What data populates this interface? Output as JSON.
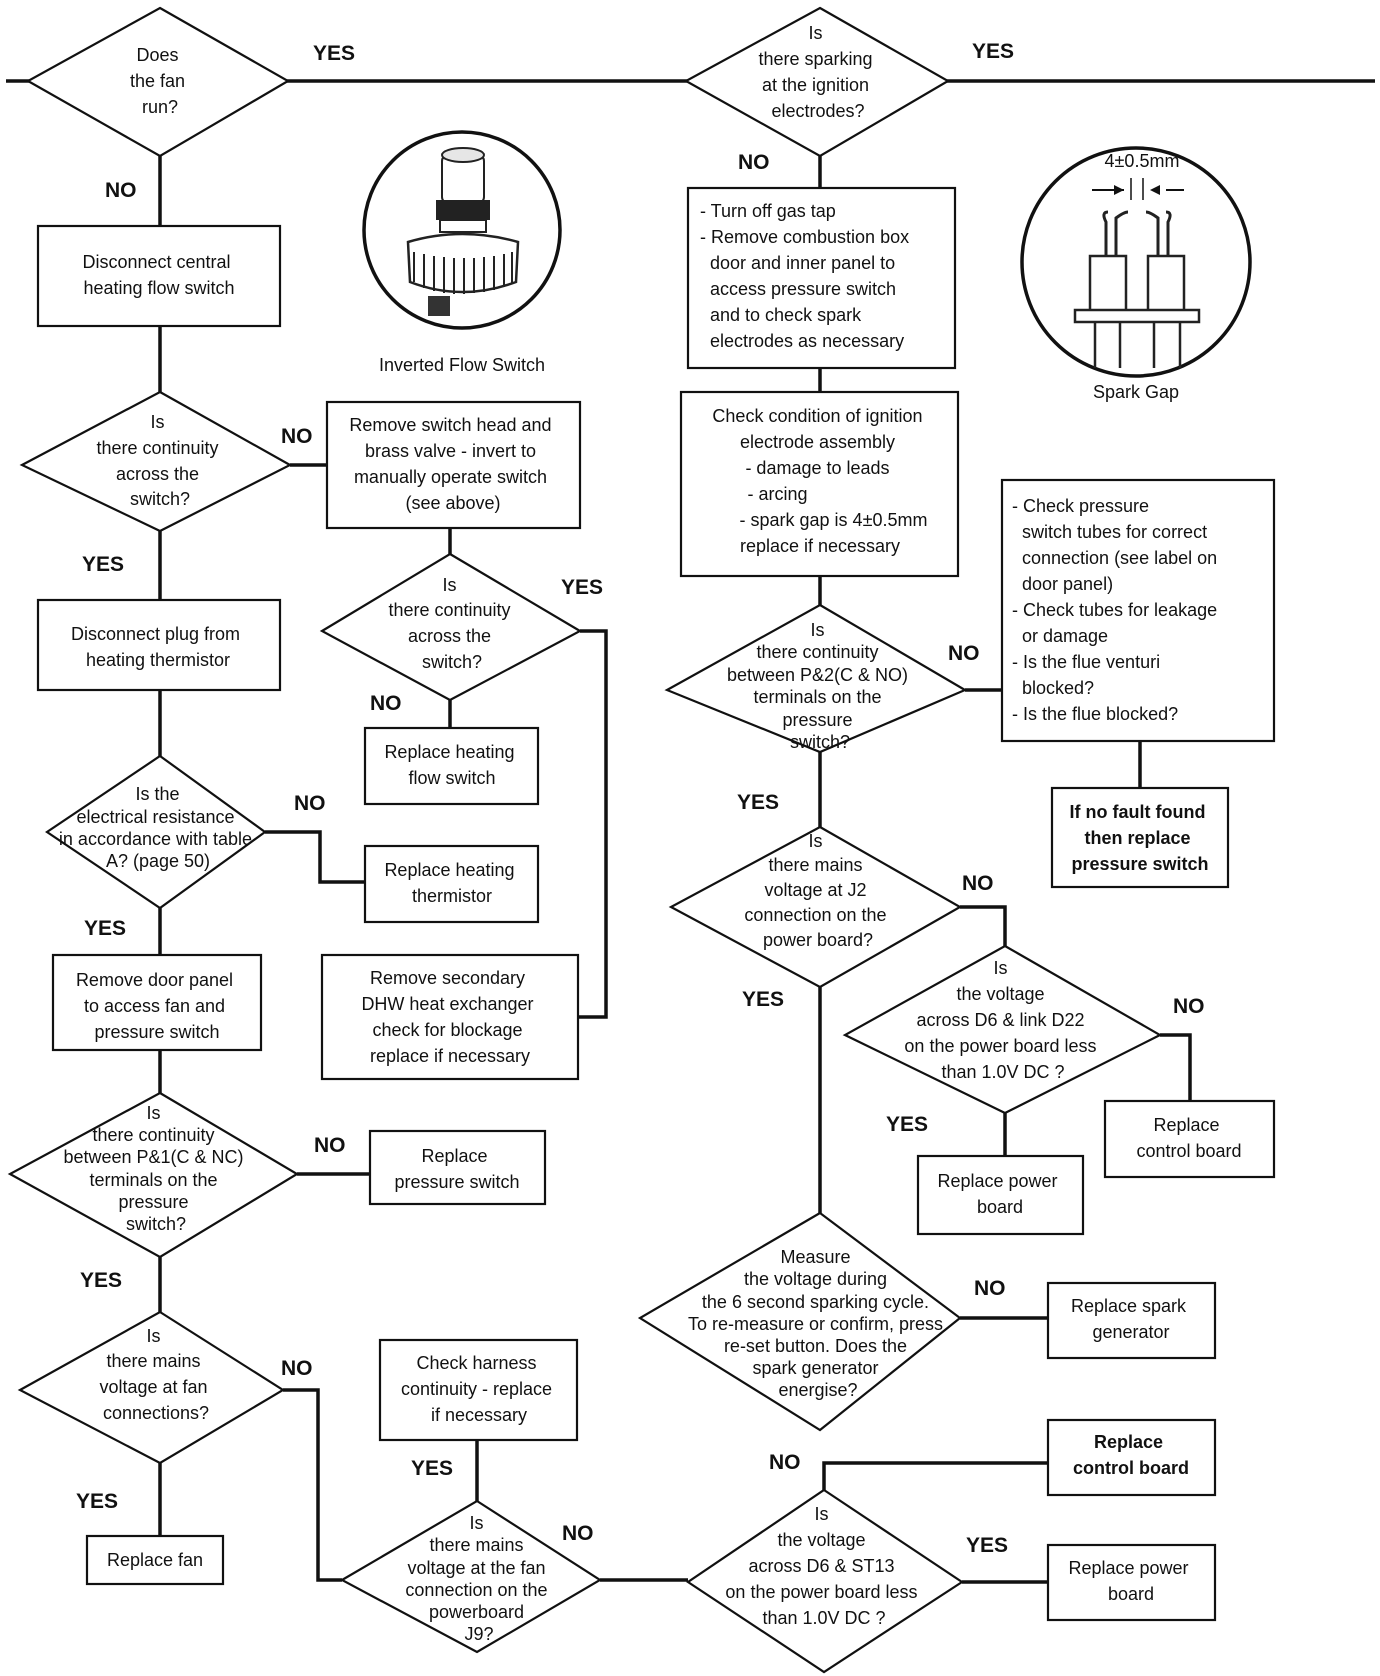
{
  "decisions": {
    "fan_run": [
      "Does",
      "the fan",
      "run?"
    ],
    "sparking": [
      "Is",
      "there sparking",
      "at the ignition",
      "electrodes?"
    ],
    "cont_switch": [
      "Is",
      "there continuity",
      "across the",
      "switch?"
    ],
    "cont_switch2": [
      "Is",
      "there continuity",
      "across the",
      "switch?"
    ],
    "resistance": [
      "Is the",
      "electrical resistance",
      "in accordance with table",
      "A? (page 50)"
    ],
    "cont_p1": [
      "Is",
      "there continuity",
      "between P&1(C & NC)",
      "terminals on the",
      "pressure",
      "switch?"
    ],
    "mains_fan": [
      "Is",
      "there mains",
      "voltage at fan",
      "connections?"
    ],
    "mains_j9": [
      "Is",
      "there mains",
      "voltage at the fan",
      "connection on the",
      "powerboard",
      "J9?"
    ],
    "cont_p2": [
      "Is",
      "there continuity",
      "between P&2(C & NO)",
      "terminals on the",
      "pressure",
      "switch?"
    ],
    "mains_j2": [
      "Is",
      "there mains",
      "voltage at J2",
      "connection on the",
      "power board?"
    ],
    "d6_d22": [
      "Is",
      "the voltage",
      "across D6 & link D22",
      "on the power board less",
      "than 1.0V DC ?"
    ],
    "spark_cycle": [
      "Measure",
      "the voltage during",
      "the 6 second sparking cycle.",
      "To re-measure or confirm, press",
      "re-set button. Does the",
      "spark generator",
      "energise?"
    ],
    "d6_st13": [
      "Is",
      "the voltage",
      "across D6 & ST13",
      "on the power board less",
      "than 1.0V DC ?"
    ]
  },
  "actions": {
    "disconnect_flow": [
      "Disconnect central",
      "heating flow switch"
    ],
    "remove_head": [
      "Remove switch head and",
      "brass valve - invert to",
      "manually operate switch",
      "(see above)"
    ],
    "disconnect_plug": [
      "Disconnect plug from",
      "heating thermistor"
    ],
    "replace_flow_switch": [
      "Replace heating",
      "flow switch"
    ],
    "replace_thermistor": [
      "Replace heating",
      "thermistor"
    ],
    "remove_door": [
      "Remove door panel",
      "to access fan and",
      "pressure switch"
    ],
    "remove_secondary": [
      "Remove secondary",
      "DHW heat exchanger",
      "check for blockage",
      "replace if necessary"
    ],
    "replace_pressure": [
      "Replace",
      "pressure switch"
    ],
    "replace_fan": [
      "Replace fan"
    ],
    "check_harness": [
      "Check harness",
      "continuity - replace",
      "if necessary"
    ],
    "turn_off_gas": [
      "- Turn off gas tap",
      "- Remove combustion box",
      "  door and inner panel to",
      "  access pressure switch",
      "  and to check spark",
      "  electrodes as necessary"
    ],
    "check_condition": [
      "Check condition of ignition",
      "electrode assembly",
      "- damage to leads",
      "- arcing",
      "- spark gap is 4±0.5mm",
      "replace if necessary"
    ],
    "check_tubes": [
      "- Check pressure",
      "  switch tubes for correct",
      "  connection (see label on",
      "  door panel)",
      "- Check tubes for leakage",
      "  or damage",
      "- Is the flue venturi",
      "  blocked?",
      "- Is the flue blocked?"
    ],
    "no_fault": [
      "If no fault found",
      "then replace",
      "pressure switch"
    ],
    "replace_control_1": [
      "Replace",
      "control board"
    ],
    "replace_power_1": [
      "Replace power",
      "board"
    ],
    "replace_spark": [
      "Replace spark",
      "generator"
    ],
    "replace_control_2": [
      "Replace",
      "control board"
    ],
    "replace_power_2": [
      "Replace power",
      "board"
    ]
  },
  "labels": {
    "yes": "YES",
    "no": "NO"
  },
  "illustrations": {
    "flow_switch_caption": "Inverted Flow Switch",
    "spark_gap_caption": "Spark Gap",
    "spark_gap_dim": "4±0.5mm"
  }
}
